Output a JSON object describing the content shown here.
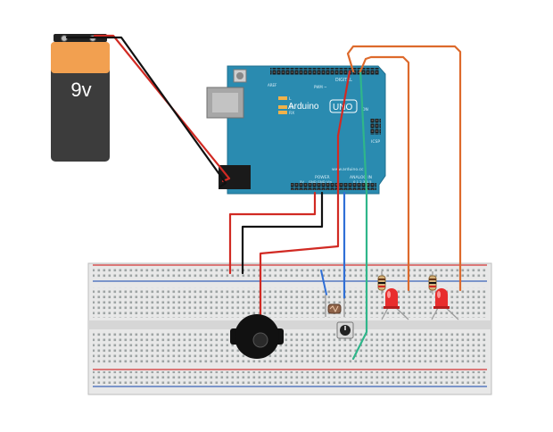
{
  "battery": {
    "label": "9v",
    "colors": {
      "top": "#f2a050",
      "body": "#3c3c3c",
      "cap": "#222222"
    }
  },
  "arduino": {
    "board_color": "#2a8bb0",
    "brand": "Arduino",
    "model": "UNO",
    "website": "www.arduino.cc",
    "labels": {
      "digital": "DIGITAL",
      "pwm": "PWM ~",
      "power": "POWER",
      "analog": "ANALOG IN",
      "icsp": "ICSP",
      "tx": "TX",
      "rx": "RX",
      "l": "L",
      "on": "ON",
      "aref": "AREF",
      "gnd": "GND",
      "ioref": "IOREF",
      "reset": "RESET",
      "v33": "3V3",
      "v5": "5V",
      "vin": "Vin",
      "gnd_pair": "GND  GND",
      "analog_pins": "0  1  2  3  4  5"
    }
  },
  "breadboard": {
    "rail_red": "#d33434",
    "rail_blue": "#3a63b8"
  },
  "wires": {
    "red": "#d12a23",
    "black": "#111111",
    "blue": "#2f6fd6",
    "green": "#2fb68a",
    "orange": "#dd6a2c"
  },
  "components": {
    "leds": [
      {
        "color": "#e82d2d"
      },
      {
        "color": "#e82d2d"
      }
    ],
    "resistors": [
      {
        "label": "resistor"
      },
      {
        "label": "resistor"
      }
    ],
    "buzzer": {
      "label": "buzzer"
    },
    "photoresistor": {
      "label": "photoresistor"
    },
    "potentiometer": {
      "label": "potentiometer"
    }
  }
}
